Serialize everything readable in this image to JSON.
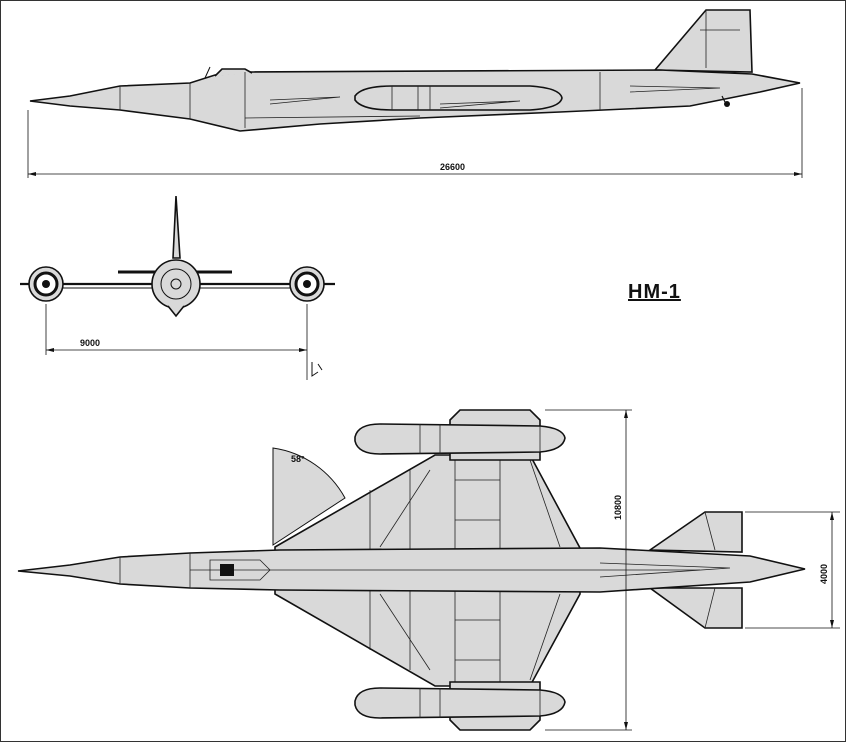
{
  "drawing": {
    "title": "НМ-1",
    "fill_color": "#d9d9d9",
    "line_color": "#111111"
  },
  "dimensions": {
    "length": "26600",
    "wing_span": "10800",
    "engine_spacing": "9000",
    "tail_span": "4000",
    "sweep_angle": "58°"
  }
}
